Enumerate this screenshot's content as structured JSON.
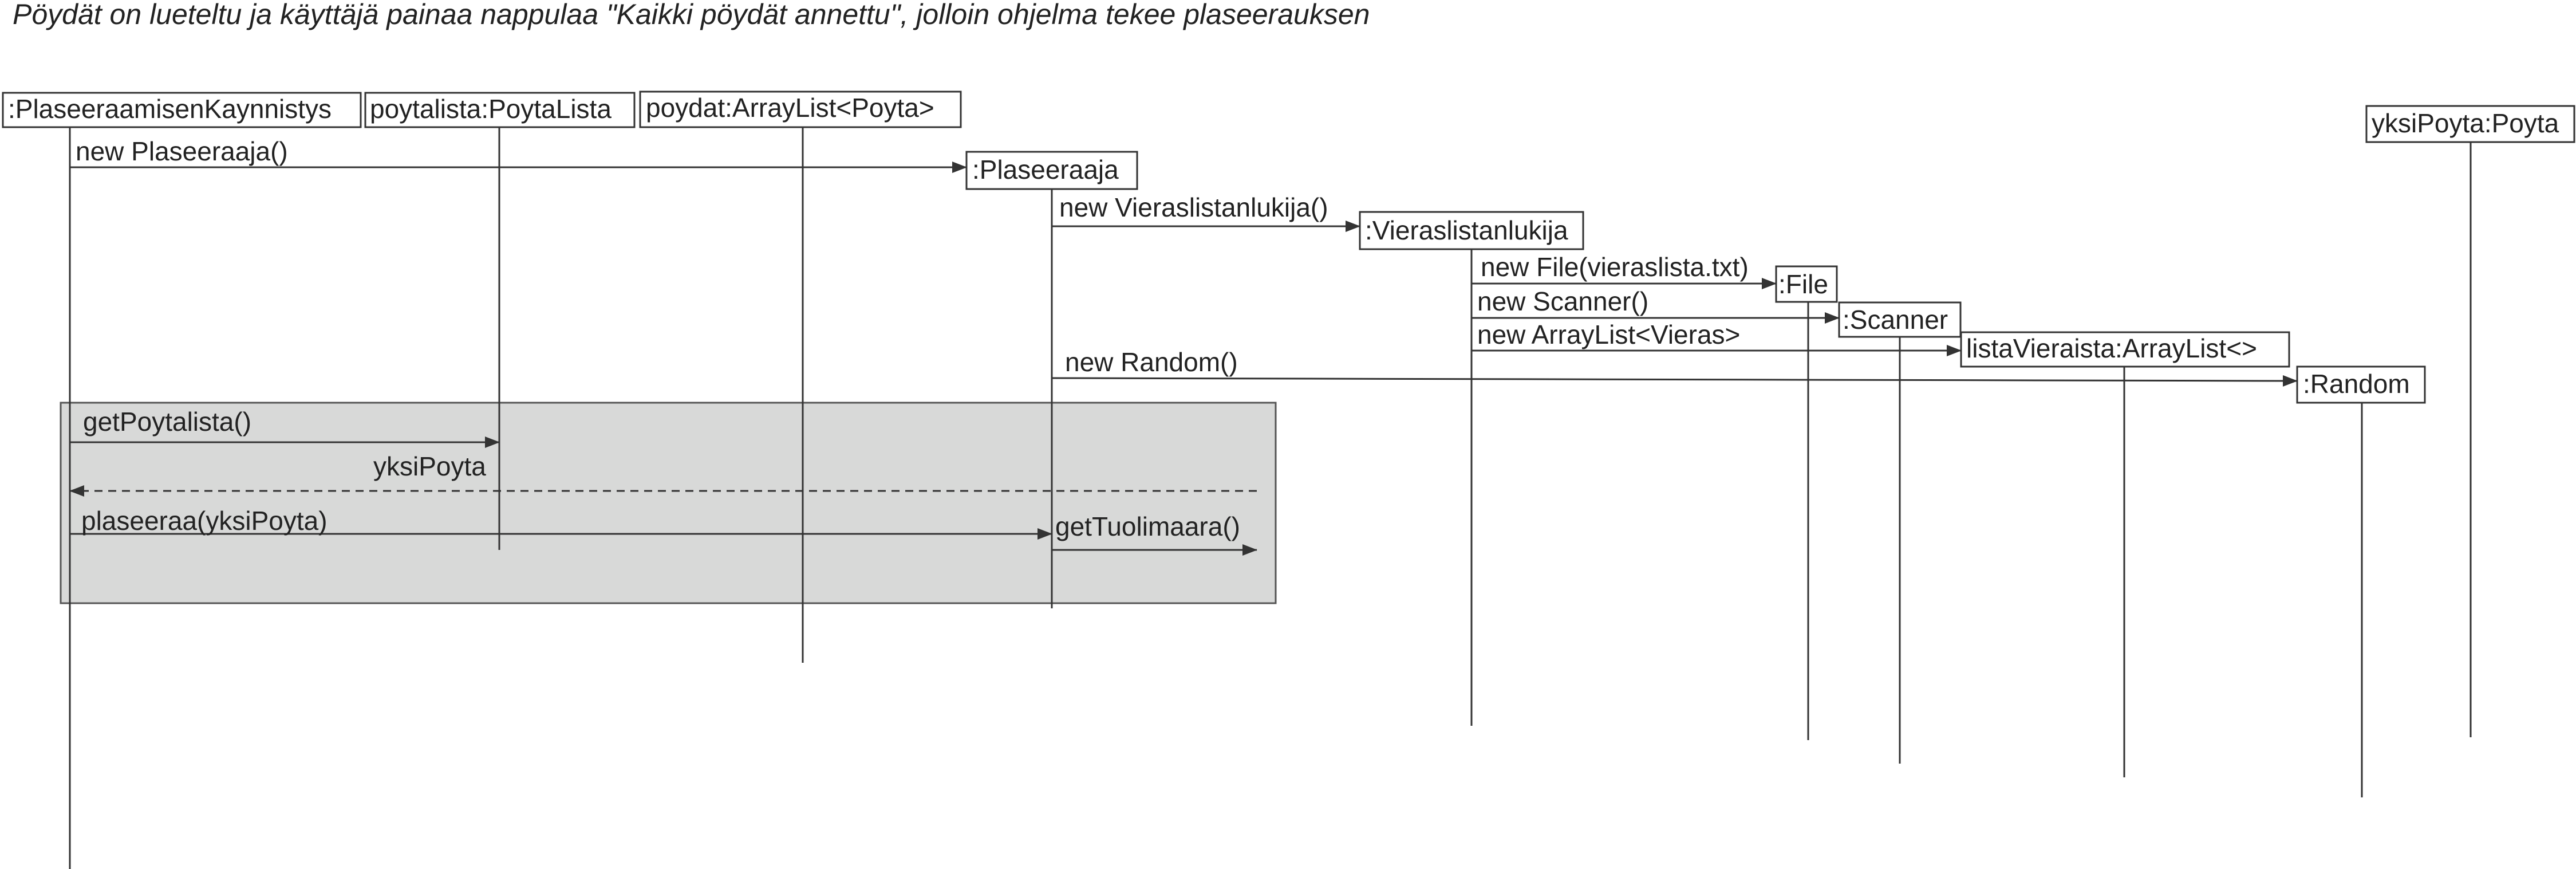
{
  "title": "Pöydät on lueteltu ja käyttäjä painaa nappulaa \"Kaikki pöydät annettu\", jolloin ohjelma tekee plaseerauksen",
  "objects": [
    {
      "id": "kaynnistys",
      "label": ":PlaseeraamisenKaynnistys"
    },
    {
      "id": "poytalista",
      "label": "poytalista:PoytaLista"
    },
    {
      "id": "poydat",
      "label": "poydat:ArrayList<Poyta>"
    },
    {
      "id": "plaseeraaja",
      "label": ":Plaseeraaja"
    },
    {
      "id": "vieraslistanlukija",
      "label": ":Vieraslistanlukija"
    },
    {
      "id": "file",
      "label": ":File"
    },
    {
      "id": "scanner",
      "label": ":Scanner"
    },
    {
      "id": "listaVieraista",
      "label": "listaVieraista:ArrayList<>"
    },
    {
      "id": "random",
      "label": ":Random"
    },
    {
      "id": "yksiPoyta",
      "label": "yksiPoyta:Poyta"
    }
  ],
  "messages": [
    {
      "id": "new-plaseeraaja",
      "label": "new Plaseeraaja()",
      "kind": "call"
    },
    {
      "id": "new-vieraslistanlukija",
      "label": "new Vieraslistanlukija()",
      "kind": "call"
    },
    {
      "id": "new-file",
      "label": "new File(vieraslista.txt)",
      "kind": "call"
    },
    {
      "id": "new-scanner",
      "label": "new Scanner()",
      "kind": "call"
    },
    {
      "id": "new-arraylist",
      "label": "new ArrayList<Vieras>",
      "kind": "call"
    },
    {
      "id": "new-random",
      "label": "new Random()",
      "kind": "call"
    },
    {
      "id": "get-poytalista",
      "label": "getPoytalista()",
      "kind": "call"
    },
    {
      "id": "yksipoyta-return",
      "label": "yksiPoyta",
      "kind": "return"
    },
    {
      "id": "plaseeraa",
      "label": "plaseeraa(yksiPoyta)",
      "kind": "call"
    },
    {
      "id": "get-tuolimaara",
      "label": "getTuolimaara()",
      "kind": "call"
    }
  ]
}
